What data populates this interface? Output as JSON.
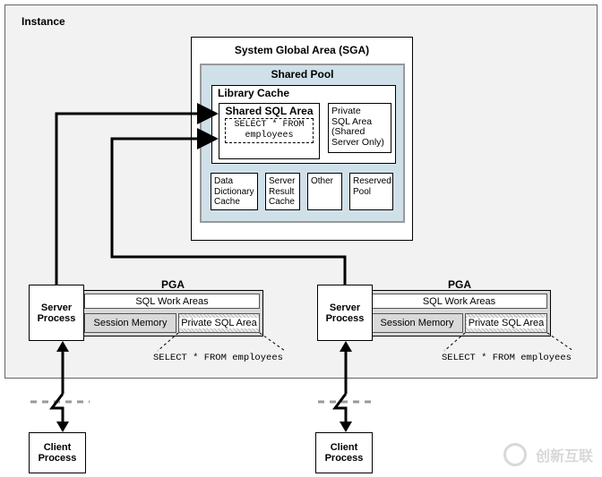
{
  "instance": {
    "title": "Instance"
  },
  "sga": {
    "title": "System Global Area (SGA)",
    "shared_pool": {
      "title": "Shared Pool",
      "library_cache": {
        "title": "Library Cache",
        "shared_sql_area": {
          "title": "Shared SQL Area",
          "stmt_line1": "SELECT * FROM",
          "stmt_line2": "employees"
        },
        "private_sql_area": {
          "l1": "Private",
          "l2": "SQL Area",
          "l3": "(Shared",
          "l4": "Server Only)"
        }
      },
      "data_dictionary_cache": {
        "l1": "Data",
        "l2": "Dictionary",
        "l3": "Cache"
      },
      "server_result_cache": {
        "l1": "Server",
        "l2": "Result",
        "l3": "Cache"
      },
      "other": {
        "l1": "Other"
      },
      "reserved_pool": {
        "l1": "Reserved",
        "l2": "Pool"
      }
    }
  },
  "server_processes": [
    {
      "label_l1": "Server",
      "label_l2": "Process",
      "pga": {
        "title": "PGA",
        "sql_work_areas": "SQL Work Areas",
        "session_memory": "Session Memory",
        "private_sql_area": "Private SQL Area"
      },
      "stmt": "SELECT * FROM employees"
    },
    {
      "label_l1": "Server",
      "label_l2": "Process",
      "pga": {
        "title": "PGA",
        "sql_work_areas": "SQL Work Areas",
        "session_memory": "Session Memory",
        "private_sql_area": "Private SQL Area"
      },
      "stmt": "SELECT * FROM employees"
    }
  ],
  "client_processes": [
    {
      "l1": "Client",
      "l2": "Process"
    },
    {
      "l1": "Client",
      "l2": "Process"
    }
  ],
  "watermark": {
    "text": "创新互联"
  }
}
